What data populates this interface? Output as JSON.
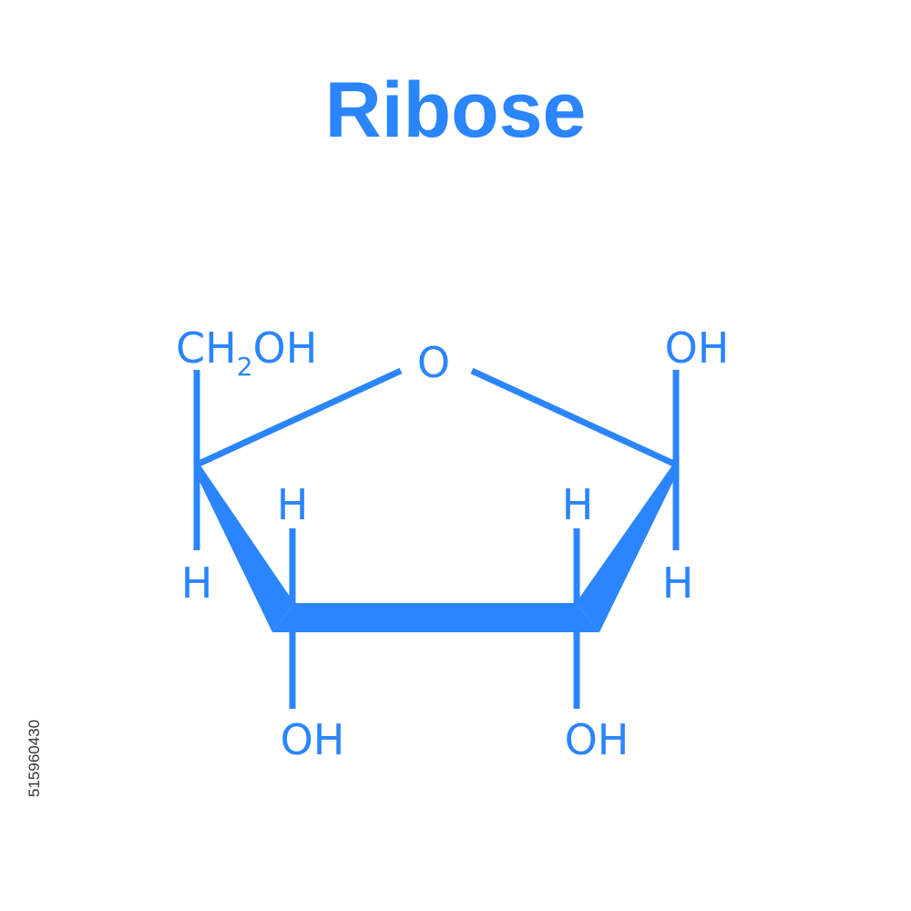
{
  "title": "Ribose",
  "colors": {
    "accent": "#2a85ff",
    "background": "#ffffff",
    "caption": "#333333"
  },
  "molecule": {
    "ring_oxygen": "O",
    "c4": {
      "substituent_text": "CH",
      "substituent_subscript": "2",
      "substituent_tail": "OH",
      "hydrogen": "H"
    },
    "c3": {
      "hydrogen": "H",
      "hydroxyl": "OH"
    },
    "c2": {
      "hydrogen": "H",
      "hydroxyl": "OH"
    },
    "c1": {
      "hydroxyl": "OH",
      "hydrogen": "H"
    }
  },
  "stock_id": "515960430"
}
